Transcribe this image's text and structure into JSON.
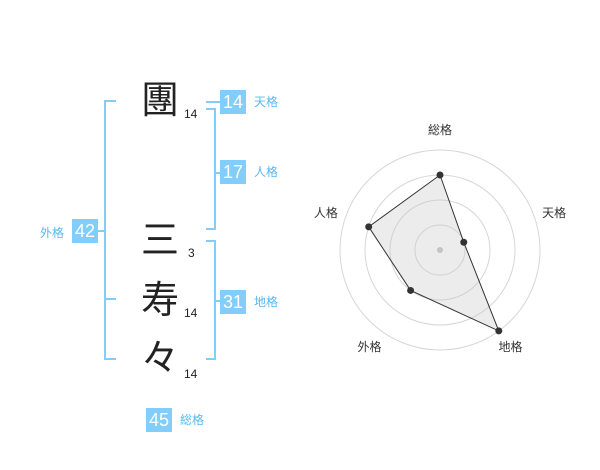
{
  "name": {
    "chars": [
      {
        "char": "團",
        "strokes": "14"
      },
      {
        "char": "三",
        "strokes": "3"
      },
      {
        "char": "寿",
        "strokes": "14"
      },
      {
        "char": "々",
        "strokes": "14"
      }
    ]
  },
  "kaku": {
    "tenkaku": {
      "value": "14",
      "label": "天格"
    },
    "jinkaku": {
      "value": "17",
      "label": "人格"
    },
    "chikaku": {
      "value": "31",
      "label": "地格"
    },
    "gaikaku": {
      "value": "42",
      "label": "外格"
    },
    "soukaku": {
      "value": "45",
      "label": "総格"
    }
  },
  "colors": {
    "accent": "#82cdfa",
    "label": "#5ab7ee",
    "text": "#222222"
  },
  "chart_data": {
    "type": "radar",
    "axes": [
      "総格",
      "天格",
      "地格",
      "外格",
      "人格"
    ],
    "values": [
      0.75,
      0.25,
      1.0,
      0.5,
      0.75
    ],
    "range": [
      0,
      1
    ],
    "rings": 4
  }
}
